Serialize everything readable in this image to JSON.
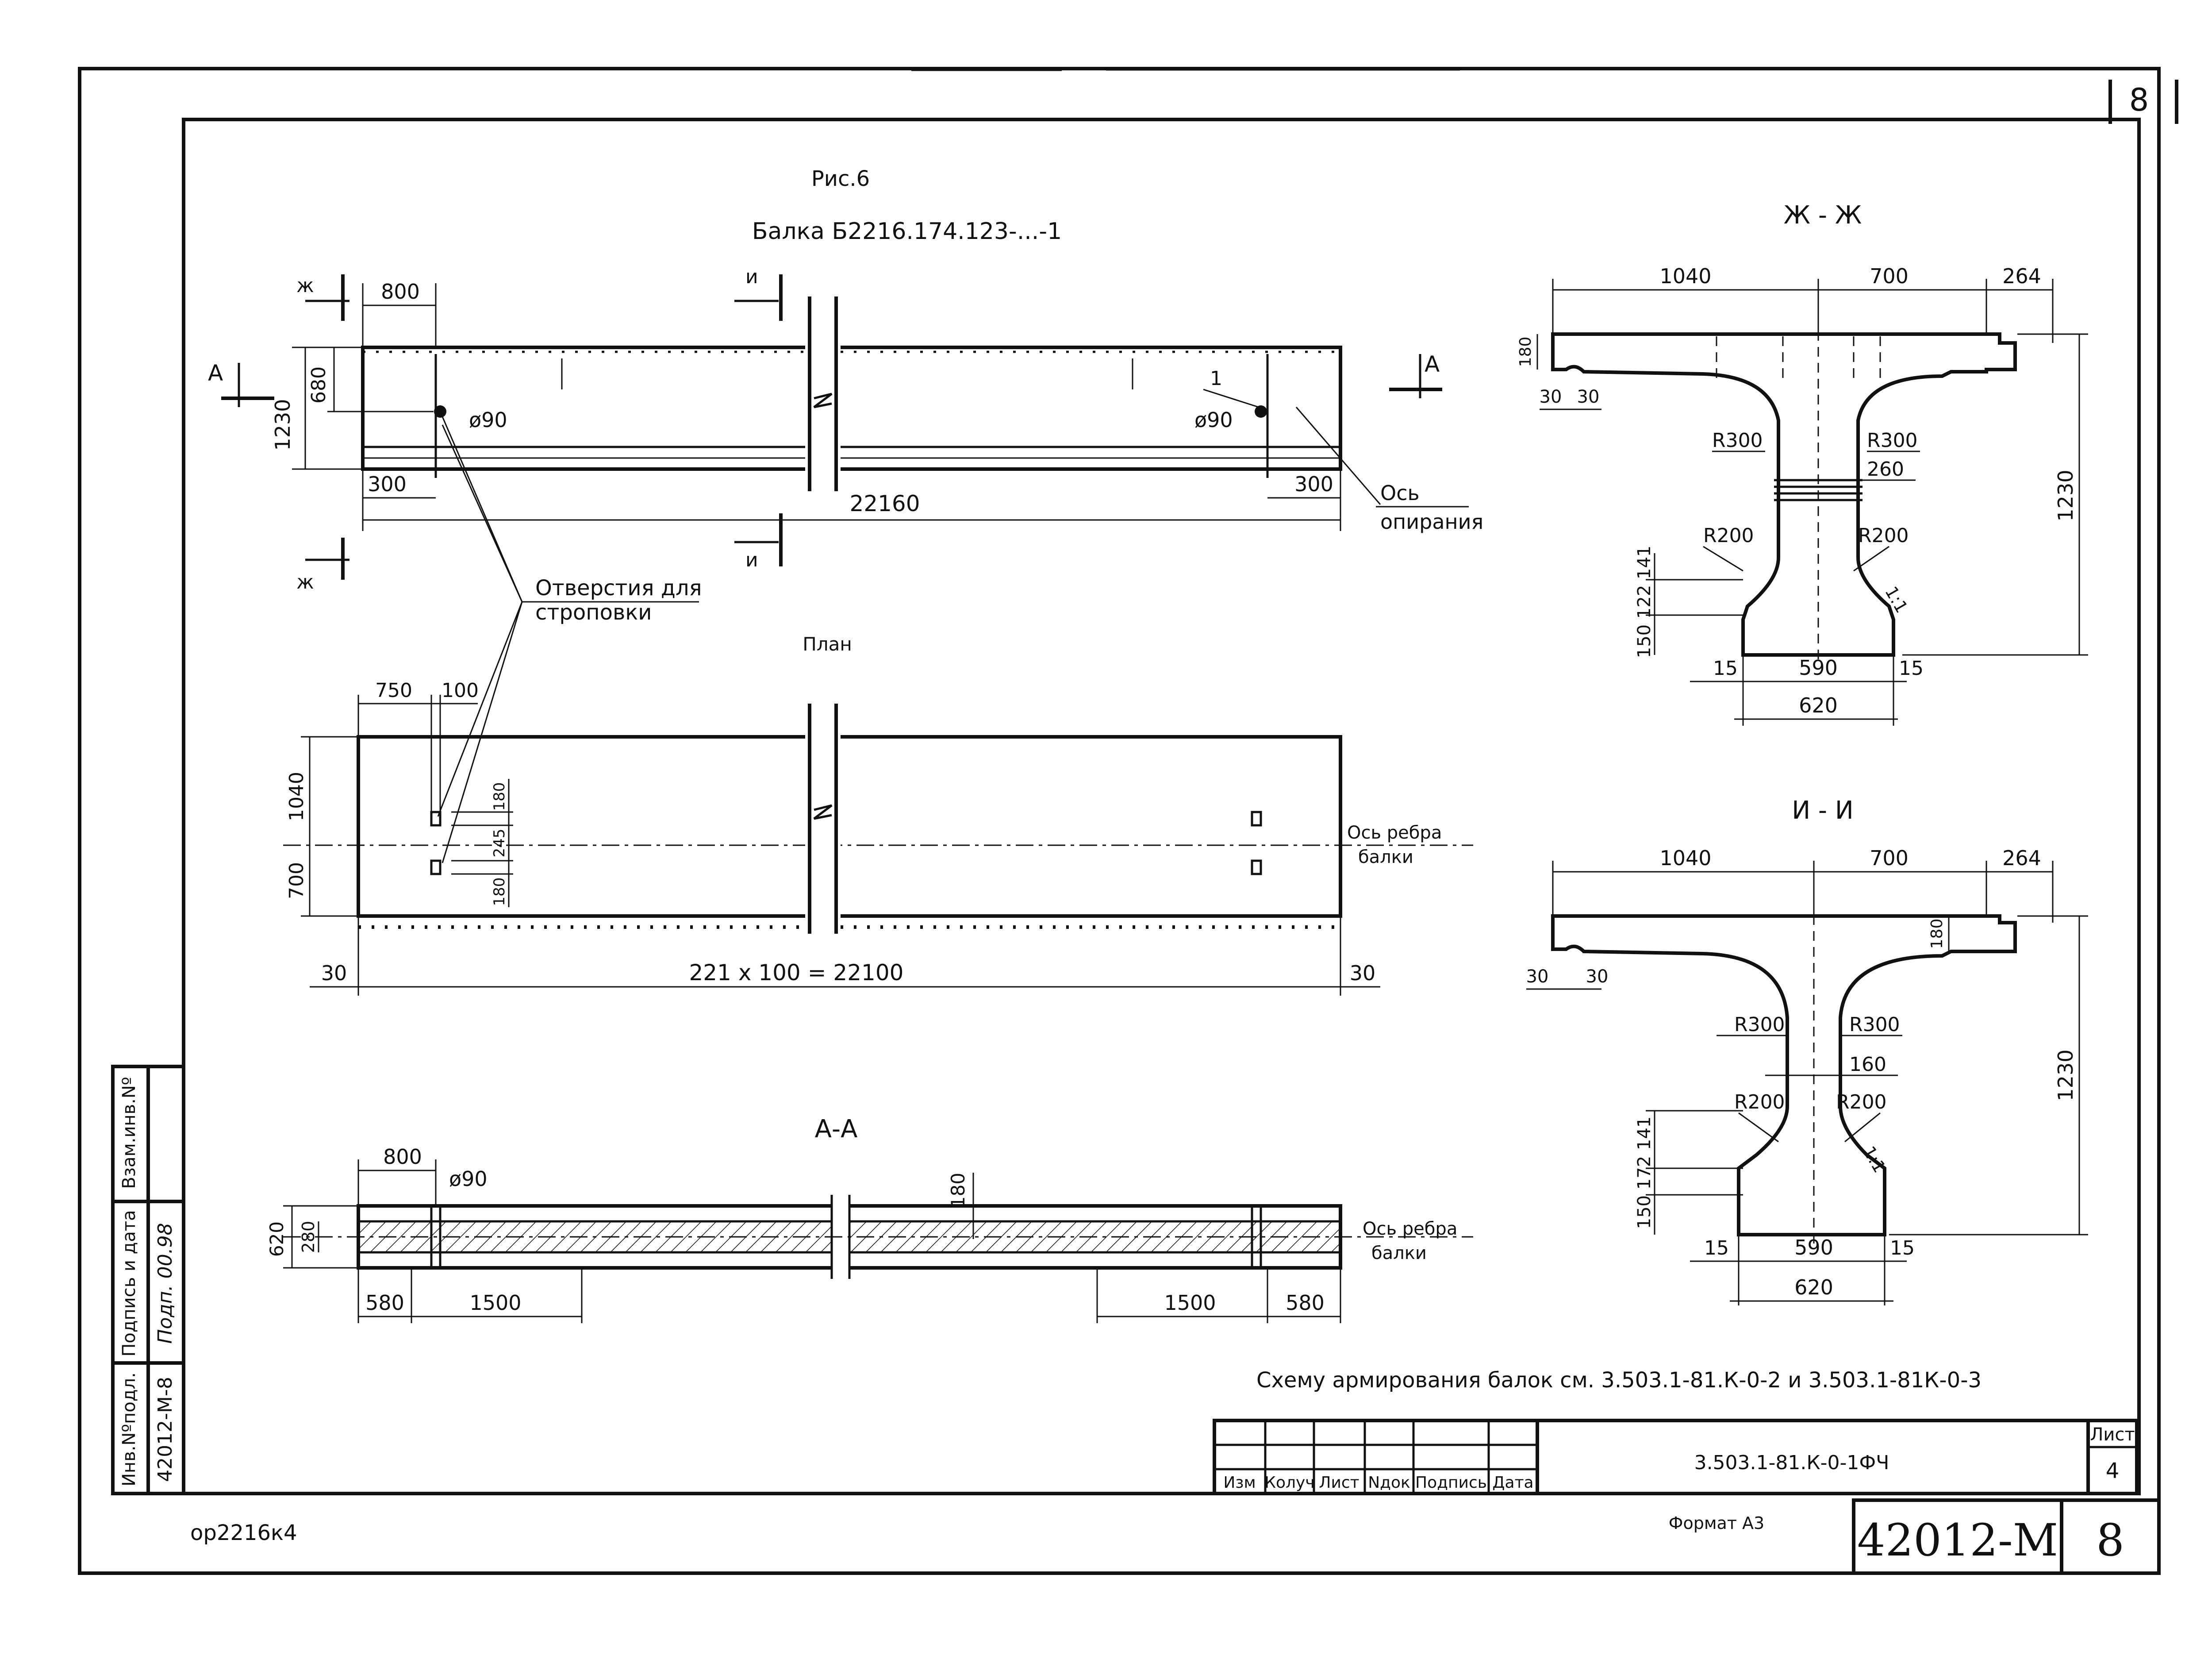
{
  "sheet": {
    "corner_number": "8",
    "figure": "Рис.6",
    "title": "Балка Б2216.174.123-...-1",
    "note": "Схему армирования балок см. 3.503.1-81.К-0-2 и 3.503.1-81К-0-3",
    "doc_code": "3.503.1-81.К-0-1ФЧ",
    "list_label": "Лист",
    "list_no": "4",
    "format": "Формат А3",
    "archive_no": "42012-М",
    "sheet_no": "8",
    "file_name": "ор2216к4",
    "stamp_cols": [
      "Изм",
      "Колуч",
      "Лист",
      "Nдок",
      "Подпись",
      "Дата"
    ],
    "side_cols": [
      "Инв.Nºподл.",
      "Подпись и дата",
      "Взам.инв.Nº"
    ],
    "side_values": [
      "42012-М-8",
      "Подп. 00.98",
      ""
    ]
  },
  "elevation": {
    "dim_top_800": "800",
    "dim_1230": "1230",
    "dim_680": "680",
    "dim_300_left": "300",
    "dim_300_right": "300",
    "dim_total": "22160",
    "hole_dia_left": "ø90",
    "hole_dia_right": "ø90",
    "callout_1": "1",
    "axis_label_1": "Ось",
    "axis_label_2": "опирания",
    "lifting_holes_1": "Отверстия для",
    "lifting_holes_2": "строповки",
    "cut_zh": "ж",
    "cut_i": "и",
    "cut_a": "А"
  },
  "plan": {
    "title": "План",
    "dim_750": "750",
    "dim_100": "100",
    "dim_1040": "1040",
    "dim_700": "700",
    "dim_180_a": "180",
    "dim_245": "245",
    "dim_180_b": "180",
    "rib_axis_1": "Ось ребра",
    "rib_axis_2": "балки",
    "dim_30_left": "30",
    "dim_spacing": "221 x 100 = 22100",
    "dim_30_right": "30"
  },
  "section_aa": {
    "title": "А-А",
    "dim_800": "800",
    "hole_dia": "ø90",
    "dim_180": "180",
    "dim_620": "620",
    "dim_280": "280",
    "rib_axis_1": "Ось ребра",
    "rib_axis_2": "балки",
    "dim_580_left": "580",
    "dim_1500_left": "1500",
    "dim_1500_right": "1500",
    "dim_580_right": "580"
  },
  "section_zh": {
    "title": "Ж - Ж",
    "dim_1040": "1040",
    "dim_700": "700",
    "dim_264": "264",
    "dim_180": "180",
    "dim_30a": "30",
    "dim_30b": "30",
    "r300_left": "R300",
    "r300_right": "R300",
    "dim_260": "260",
    "dim_1230": "1230",
    "r200_left": "R200",
    "r200_right": "R200",
    "dims_vert": "150 122 141",
    "slope": "1:1",
    "dim_15_left": "15",
    "dim_590": "590",
    "dim_15_right": "15",
    "dim_620": "620"
  },
  "section_ii": {
    "title": "И - И",
    "dim_1040": "1040",
    "dim_700": "700",
    "dim_264": "264",
    "dim_180": "180",
    "dim_30a": "30",
    "dim_30b": "30",
    "r300_left": "R300",
    "r300_right": "R300",
    "dim_160": "160",
    "dim_1230": "1230",
    "r200_left": "R200",
    "r200_right": "R200",
    "dims_vert": "150 172 141",
    "slope": "1:1",
    "dim_15_left": "15",
    "dim_590": "590",
    "dim_15_right": "15",
    "dim_620": "620"
  }
}
